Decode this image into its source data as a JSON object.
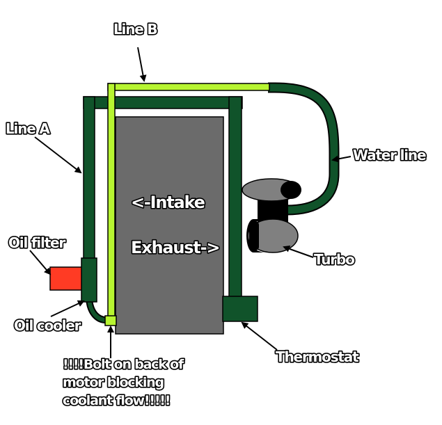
{
  "labels": {
    "line_b": "Line B",
    "line_a": "Line A",
    "water_line": "Water line",
    "intake": "<-Intake",
    "exhaust": "Exhaust->",
    "oil_filter": "Oil filter",
    "turbo": "Turbo",
    "oil_cooler": "Oil cooler",
    "thermostat": "Thermostat",
    "note_line1": "!!!!Bolt on back of",
    "note_line2": "motor blocking",
    "note_line3": "coolant flow!!!!!"
  },
  "colors": {
    "coolant_pipe": "#10532a",
    "line_b_pipe": "#b7f531",
    "engine_block": "#6b6b6b",
    "oil_filter": "#ff3b24",
    "turbo_body": "#808080",
    "turbo_core": "#000000",
    "background": "#ffffff"
  }
}
